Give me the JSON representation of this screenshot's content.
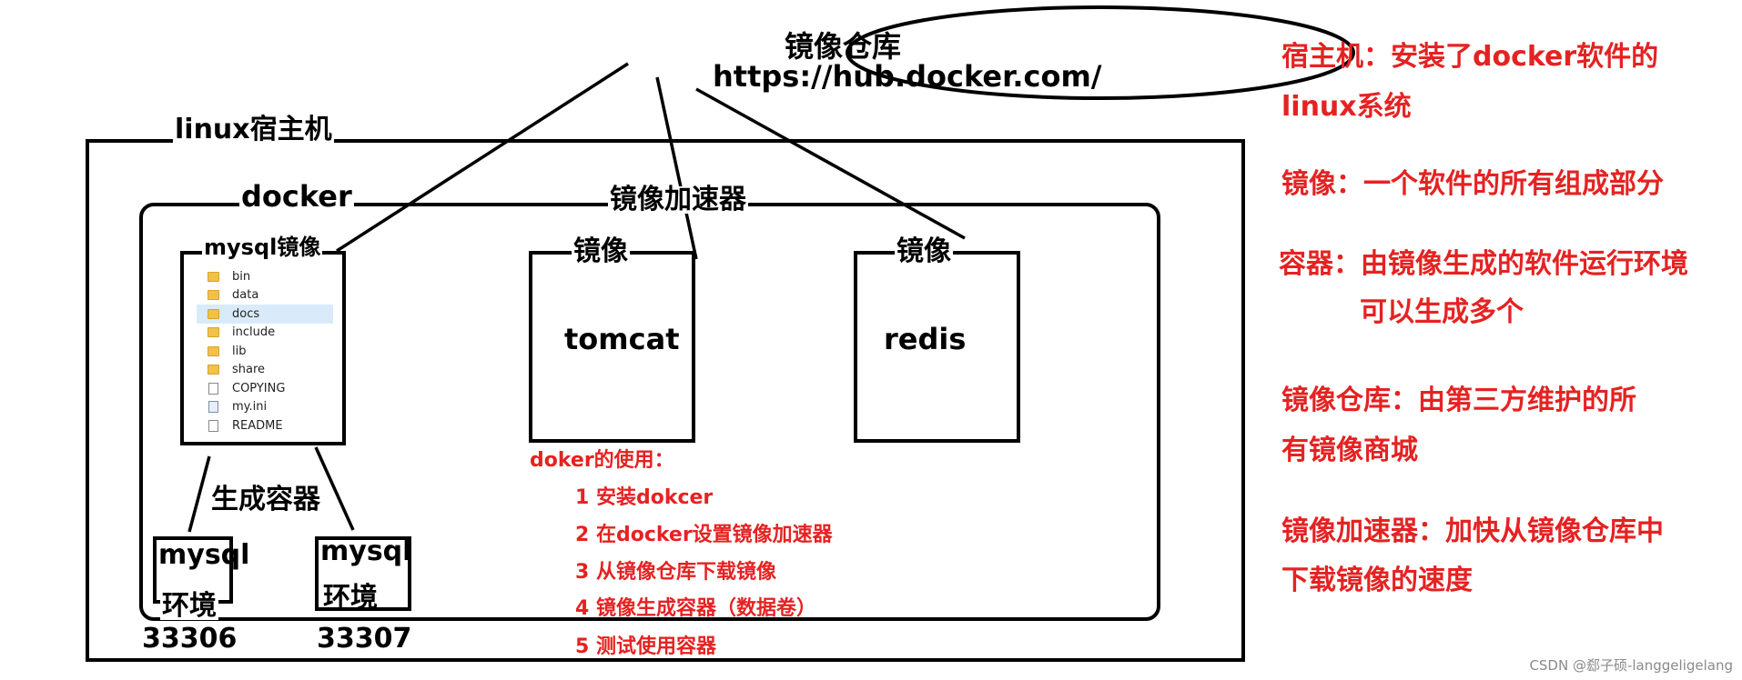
{
  "labels": {
    "registry_title": "镜像仓库",
    "registry_url": "https://hub.docker.com/",
    "host": "linux宿主机",
    "docker": "docker",
    "accelerator": "镜像加速器",
    "mysql_image": "mysql镜像",
    "image_1": "镜像",
    "image_2": "镜像",
    "tomcat": "tomcat",
    "redis": "redis",
    "generate_container": "生成容器",
    "container_1_line1": "mysql",
    "container_1_line2": "环境",
    "container_2_line1": "mysql",
    "container_2_line2": "环境",
    "port_1": "33306",
    "port_2": "33307"
  },
  "explorer": {
    "items": [
      {
        "name": "bin",
        "icon": "folder-icon"
      },
      {
        "name": "data",
        "icon": "folder-icon"
      },
      {
        "name": "docs",
        "icon": "folder-icon",
        "selected": true
      },
      {
        "name": "include",
        "icon": "folder-icon"
      },
      {
        "name": "lib",
        "icon": "folder-icon"
      },
      {
        "name": "share",
        "icon": "folder-icon"
      },
      {
        "name": "COPYING",
        "icon": "file-icon"
      },
      {
        "name": "my.ini",
        "icon": "config-file-icon"
      },
      {
        "name": "README",
        "icon": "file-icon"
      }
    ]
  },
  "usage": {
    "title": "doker的使用：",
    "steps": [
      "1 安装dokcer",
      "2 在docker设置镜像加速器",
      "3  从镜像仓库下载镜像",
      "4 镜像生成容器（数据卷）",
      "5 测试使用容器"
    ]
  },
  "notes": [
    "宿主机：安装了docker软件的",
    "linux系统",
    "镜像：一个软件的所有组成部分",
    "容器：由镜像生成的软件运行环境",
    "可以生成多个",
    "镜像仓库：由第三方维护的所",
    "有镜像商城",
    "镜像加速器：加快从镜像仓库中",
    "下载镜像的速度"
  ],
  "watermark": "CSDN @郄子硕-langgeligelang",
  "colors": {
    "annotation_red": "#e52222",
    "stroke": "#000000",
    "selection_blue": "#d9ebfa"
  }
}
